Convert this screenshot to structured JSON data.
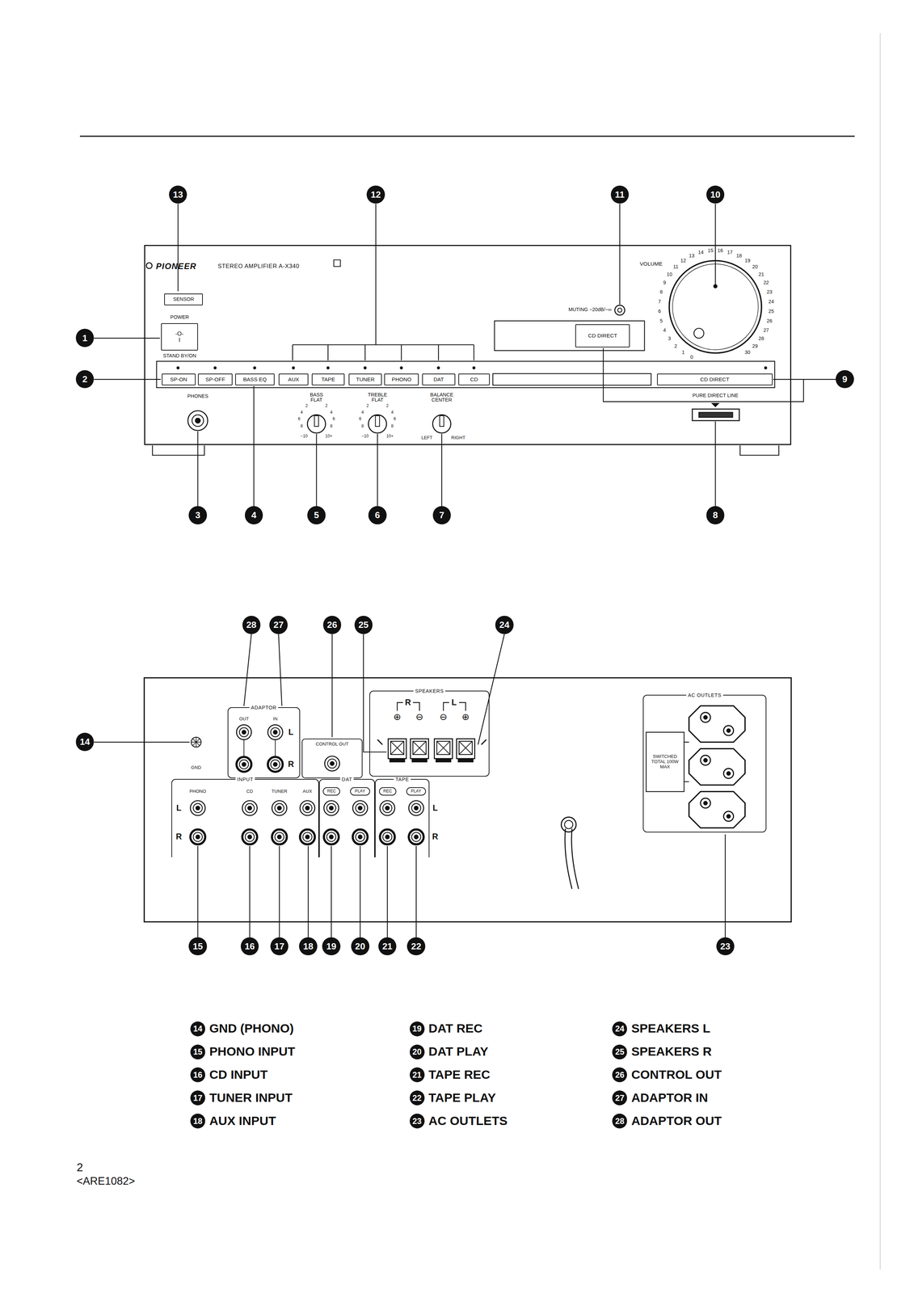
{
  "diagram": {
    "nodes": [
      {
        "text": [
          "PIONEER",
          "STEREO AMPLIFIER A-X340"
        ]
      },
      {
        "text": [
          "SENSOR"
        ],
        "in": 0
      },
      {
        "text": [
          "-O-",
          "I"
        ],
        "in": 0
      },
      {
        "text": [
          "CD DIRECT"
        ],
        "in": 0
      },
      {
        "text": [
          "SP-ON"
        ],
        "in": 0
      },
      {
        "text": [
          "SP-OFF"
        ],
        "in": 0
      },
      {
        "text": [
          "BASS EQ"
        ],
        "in": 0
      },
      {
        "text": [
          "AUX"
        ],
        "in": 0
      },
      {
        "text": [
          "TAPE"
        ],
        "in": 0
      },
      {
        "text": [
          "TUNER"
        ],
        "in": 0
      },
      {
        "text": [
          "PHONO"
        ],
        "in": 0
      },
      {
        "text": [
          "DAT"
        ],
        "in": 0
      },
      {
        "text": [
          "CD"
        ],
        "in": 0
      },
      {
        "text": [
          "CD DIRECT"
        ],
        "in": 0
      },
      {
        "text": [
          "ADAPTOR"
        ]
      },
      {
        "text": [
          "CONTROL OUT"
        ]
      },
      {
        "text": [
          "SPEAKERS"
        ]
      },
      {
        "text": [
          "AC OUTLETS",
          "SWITCHED TOTAL 100W MAX"
        ]
      },
      {
        "text": [
          "INPUT"
        ]
      },
      {
        "text": [
          "DAT"
        ]
      },
      {
        "text": [
          "REC"
        ],
        "in": 19
      },
      {
        "text": [
          "PLAY"
        ],
        "in": 19
      },
      {
        "text": [
          "TAPE"
        ]
      },
      {
        "text": [
          "REC"
        ],
        "in": 22
      },
      {
        "text": [
          "PLAY"
        ],
        "in": 22
      }
    ],
    "labels": [
      "13",
      "12",
      "11",
      "10",
      "1",
      "2",
      "9",
      "3",
      "4",
      "5",
      "6",
      "7",
      "8",
      "POWER",
      "STAND BY/ON",
      "MUTING −20dB/−∞",
      "VOLUME",
      "0",
      "1",
      "2",
      "3",
      "4",
      "5",
      "6",
      "7",
      "8",
      "9",
      "10",
      "11",
      "12",
      "13",
      "14",
      "15",
      "16",
      "17",
      "18",
      "19",
      "20",
      "21",
      "22",
      "23",
      "24",
      "25",
      "26",
      "27",
      "28",
      "29",
      "30",
      "PHONES",
      "BASS FLAT",
      "TREBLE FLAT",
      "BALANCE CENTER",
      "2",
      "4",
      "6",
      "8",
      "−10",
      "2",
      "4",
      "6",
      "8",
      "10+",
      "2",
      "4",
      "6",
      "8",
      "−10",
      "2",
      "4",
      "6",
      "8",
      "10+",
      "LEFT",
      "RIGHT",
      "PURE DIRECT LINE",
      "28",
      "27",
      "26",
      "25",
      "24",
      "14",
      "GND",
      "OUT",
      "IN",
      "L",
      "R",
      "R",
      "L",
      "⊕",
      "⊖",
      "⊖",
      "⊕",
      "PHONO",
      "CD",
      "TUNER",
      "AUX",
      "L",
      "R",
      "L",
      "R",
      "15",
      "16",
      "17",
      "18",
      "19",
      "20",
      "21",
      "22",
      "23",
      "14",
      "GND (PHONO)",
      "15",
      "PHONO INPUT",
      "16",
      "CD INPUT",
      "17",
      "TUNER INPUT",
      "18",
      "AUX INPUT",
      "19",
      "DAT REC",
      "20",
      "DAT PLAY",
      "21",
      "TAPE REC",
      "22",
      "TAPE PLAY",
      "23",
      "AC OUTLETS",
      "24",
      "SPEAKERS L",
      "25",
      "SPEAKERS R",
      "26",
      "CONTROL OUT",
      "27",
      "ADAPTOR IN",
      "28",
      "ADAPTOR OUT",
      "2",
      "<ARE1082>"
    ]
  }
}
